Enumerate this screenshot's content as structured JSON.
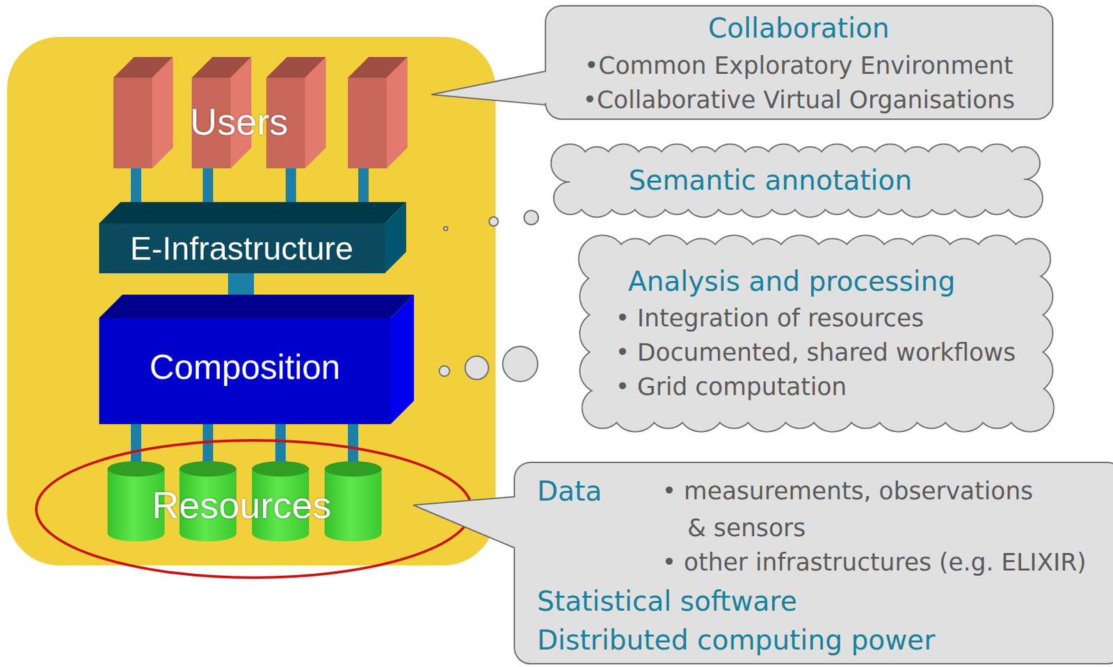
{
  "diagram": {
    "nodes": [
      {
        "text": [
          "Users"
        ]
      },
      {
        "text": [
          "E-Infrastructure"
        ]
      },
      {
        "text": [
          "Composition"
        ]
      },
      {
        "text": [
          "Resources"
        ]
      },
      {
        "text": [
          "Collaboration",
          "•Common Exploratory Environment",
          "•Collaborative Virtual Organisations"
        ]
      },
      {
        "text": [
          "Semantic annotation"
        ]
      },
      {
        "text": [
          "Analysis and processing",
          "• Integration of resources",
          "• Documented, shared workflows",
          "• Grid computation"
        ]
      },
      {
        "text": [
          "Data",
          "• measurements, observations & sensors",
          "• other infrastructures (e.g. ELIXIR)",
          "Statistical software",
          "Distributed computing power"
        ]
      }
    ],
    "edges": [
      {
        "from": 0,
        "to": 1,
        "arrow": "none"
      },
      {
        "from": 0,
        "to": 1,
        "arrow": "none"
      },
      {
        "from": 0,
        "to": 1,
        "arrow": "none"
      },
      {
        "from": 0,
        "to": 1,
        "arrow": "none"
      },
      {
        "from": 1,
        "to": 2,
        "arrow": "none"
      },
      {
        "from": 2,
        "to": 3,
        "arrow": "none"
      },
      {
        "from": 2,
        "to": 3,
        "arrow": "none"
      },
      {
        "from": 2,
        "to": 3,
        "arrow": "none"
      },
      {
        "from": 2,
        "to": 3,
        "arrow": "none"
      }
    ]
  }
}
